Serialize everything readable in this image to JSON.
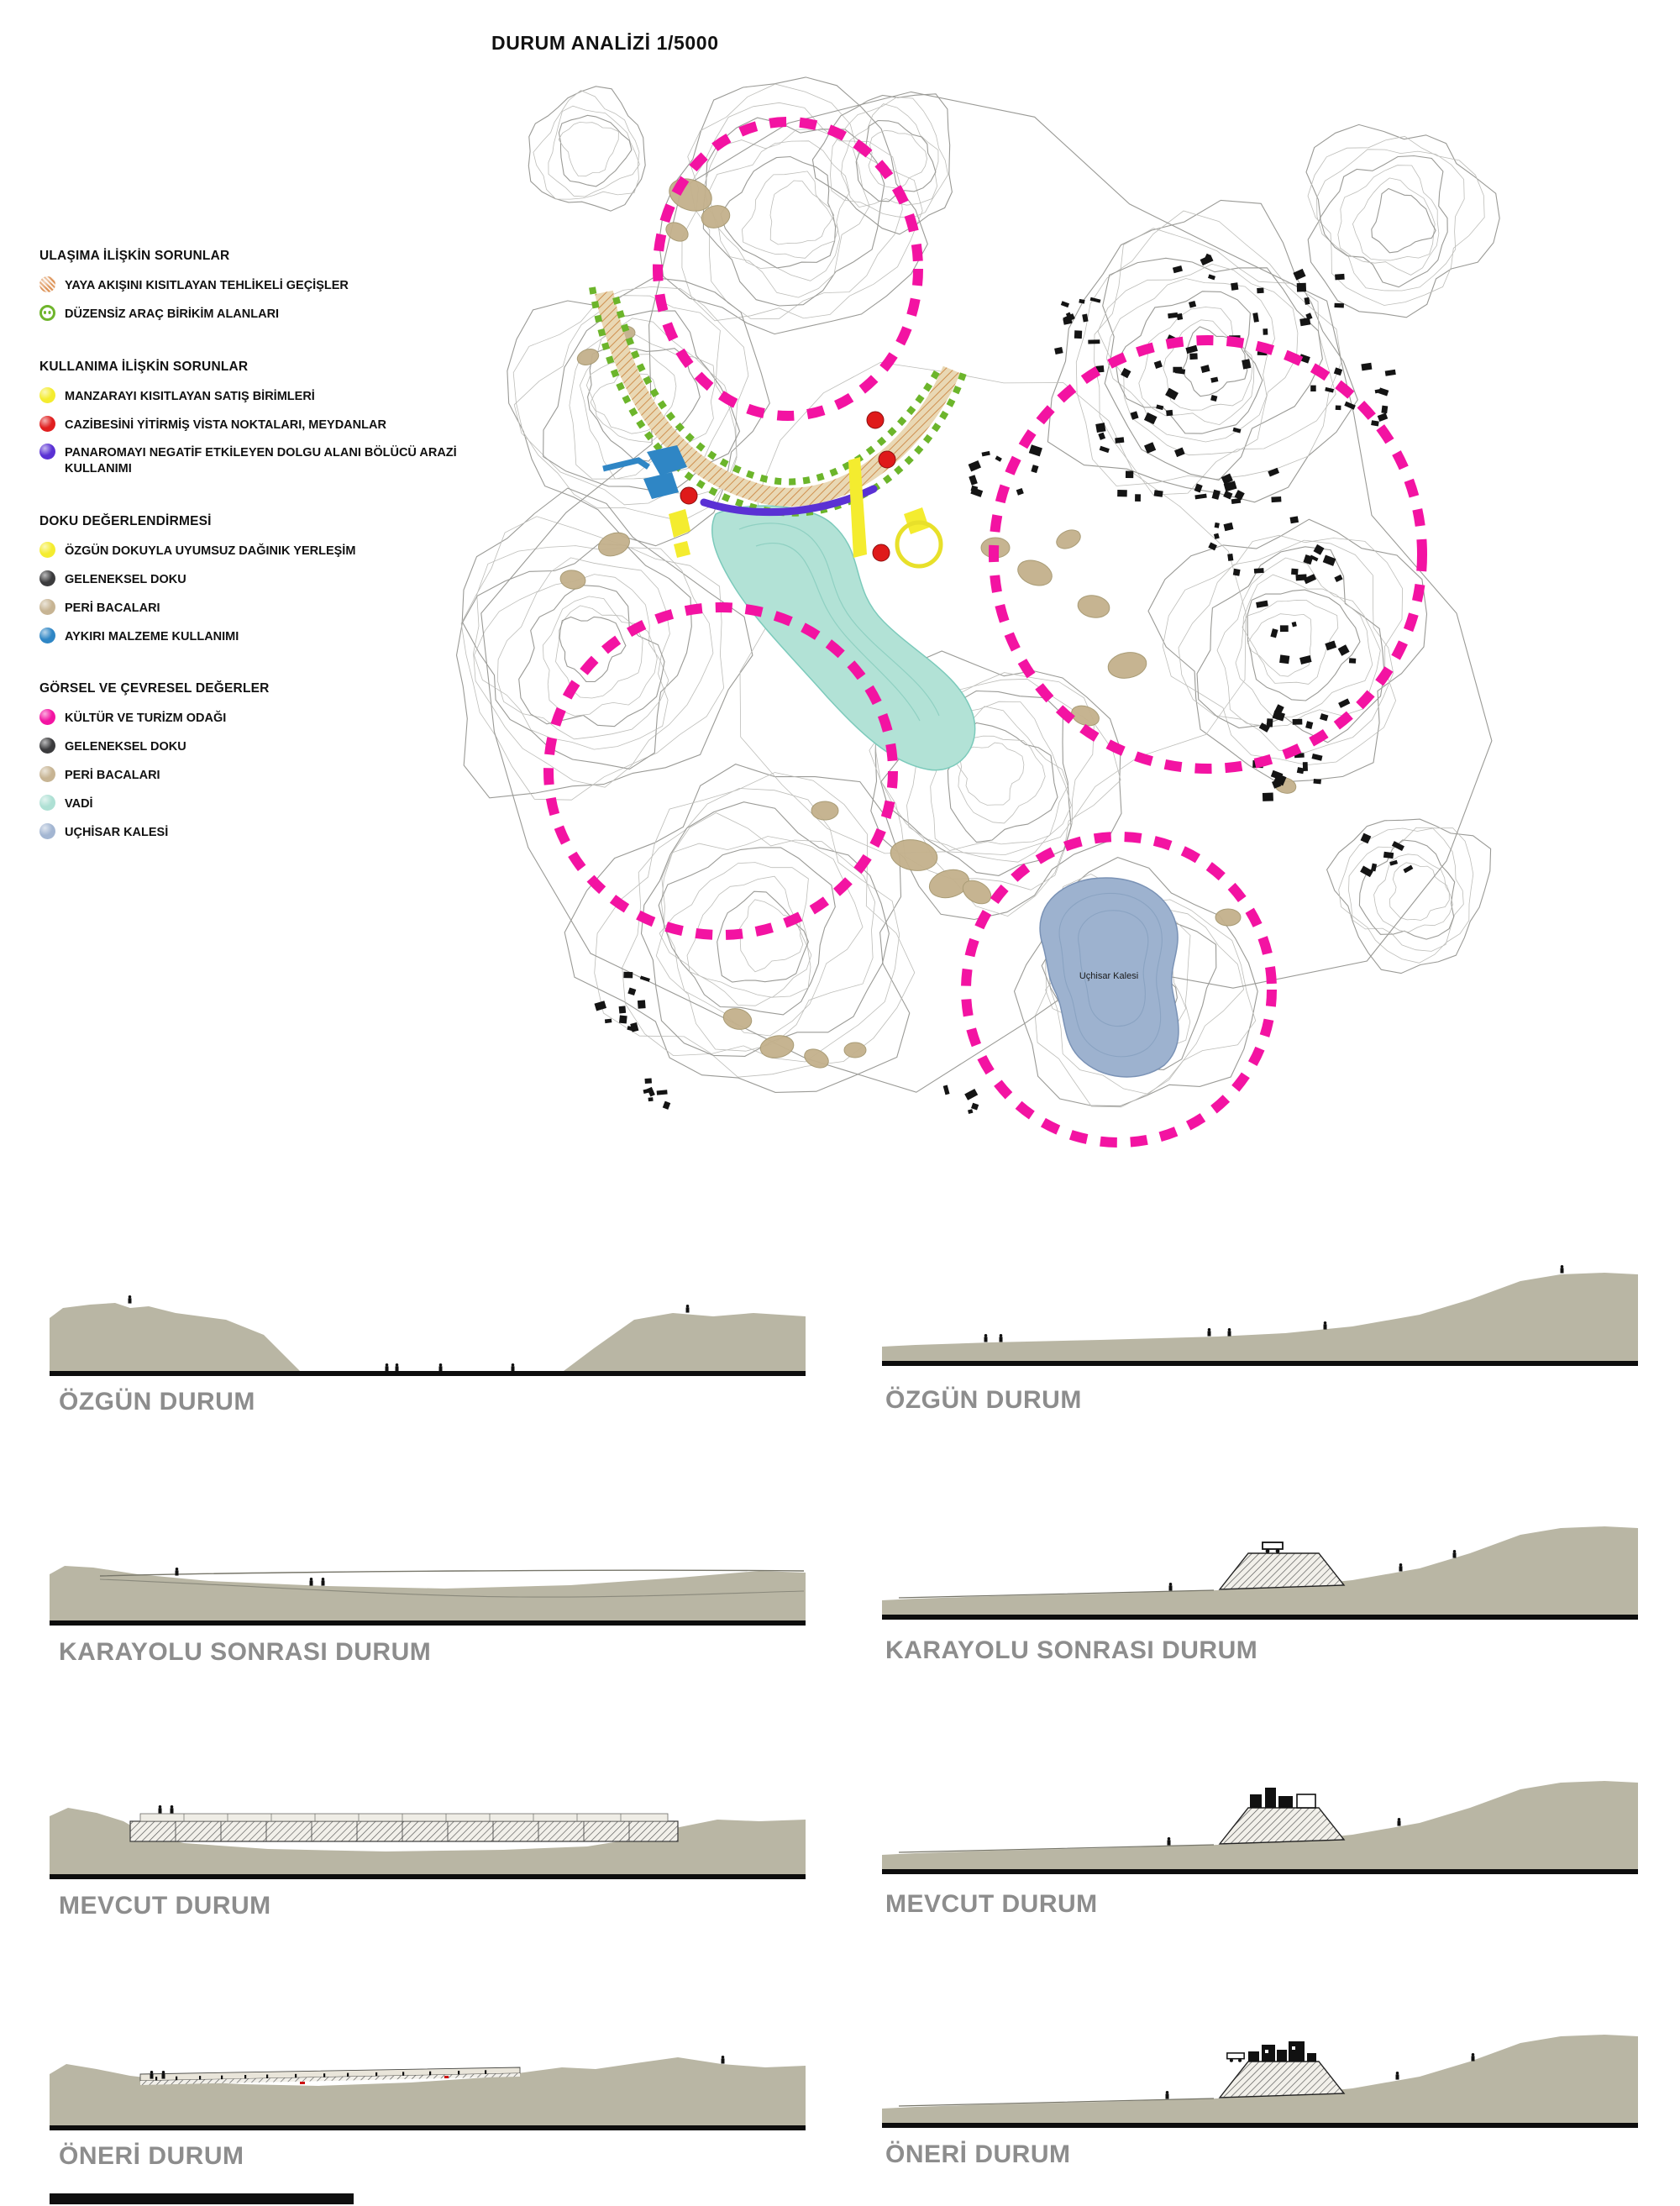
{
  "title": "DURUM ANALİZİ 1/5000",
  "legend": {
    "sections": [
      {
        "heading": "ULAŞIMA İLİŞKİN SORUNLAR",
        "items": [
          {
            "label": "YAYA AKIŞINI KISITLAYAN TEHLİKELİ GEÇİŞLER",
            "color": "#dd9357",
            "style": "hatched"
          },
          {
            "label": "DÜZENSİZ ARAÇ BİRİKİM ALANLARI",
            "color": "#6fb52c",
            "style": "ring-dots"
          }
        ]
      },
      {
        "heading": "KULLANIMA İLİŞKİN SORUNLAR",
        "items": [
          {
            "label": "MANZARAYI KISITLAYAN SATIŞ BİRİMLERİ",
            "color": "#f4ec2f",
            "style": "solid"
          },
          {
            "label": "CAZİBESİNİ YİTİRMİŞ VİSTA NOKTALARI, MEYDANLAR",
            "color": "#e01f1f",
            "style": "solid"
          },
          {
            "label": "PANAROMAYI NEGATİF ETKİLEYEN DOLGU ALANI BÖLÜCÜ ARAZİ KULLANIMI",
            "color": "#5a31d4",
            "style": "solid"
          }
        ]
      },
      {
        "heading": "DOKU DEĞERLENDİRMESİ",
        "items": [
          {
            "label": "ÖZGÜN DOKUYLA UYUMSUZ DAĞINIK YERLEŞİM",
            "color": "#f4ec2f",
            "style": "solid"
          },
          {
            "label": "GELENEKSEL DOKU",
            "color": "#3b3b3d",
            "style": "solid"
          },
          {
            "label": "PERİ BACALARI",
            "color": "#c7b493",
            "style": "solid"
          },
          {
            "label": "AYKIRI MALZEME KULLANIMI",
            "color": "#2f86c5",
            "style": "solid"
          }
        ]
      },
      {
        "heading": "GÖRSEL VE ÇEVRESEL DEĞERLER",
        "items": [
          {
            "label": "KÜLTÜR VE TURİZM ODAĞI",
            "color": "#f313a2",
            "style": "solid"
          },
          {
            "label": "GELENEKSEL DOKU",
            "color": "#3b3b3d",
            "style": "solid"
          },
          {
            "label": "PERİ BACALARI",
            "color": "#c7b493",
            "style": "solid"
          },
          {
            "label": "VADİ",
            "color": "#aee0d4",
            "style": "solid"
          },
          {
            "label": "UÇHİSAR KALESİ",
            "color": "#a3b6d2",
            "style": "solid"
          }
        ]
      }
    ]
  },
  "map": {
    "castle_label": "Uçhisar Kalesi"
  },
  "sections_panel": {
    "left_labels": [
      "ÖZGÜN DURUM",
      "KARAYOLU SONRASI DURUM",
      "MEVCUT DURUM",
      "ÖNERİ DURUM"
    ],
    "right_labels": [
      "ÖZGÜN DURUM",
      "KARAYOLU SONRASI DURUM",
      "MEVCUT DURUM",
      "ÖNERİ DURUM"
    ]
  },
  "palette": {
    "magenta": "#f313a2",
    "green": "#6fb52c",
    "orange_hatch": "#dd9357",
    "yellow": "#f4ec2f",
    "red": "#e01f1f",
    "purple": "#5a31d4",
    "dark_texture": "#3b3b3d",
    "fairy_chimney_tan": "#c7b493",
    "blue_material": "#2f86c5",
    "valley_teal": "#aee0d4",
    "castle_blue": "#a3b6d2",
    "terrain_olive": "#b9b6a4",
    "contour_gray": "#b3b3b0"
  }
}
